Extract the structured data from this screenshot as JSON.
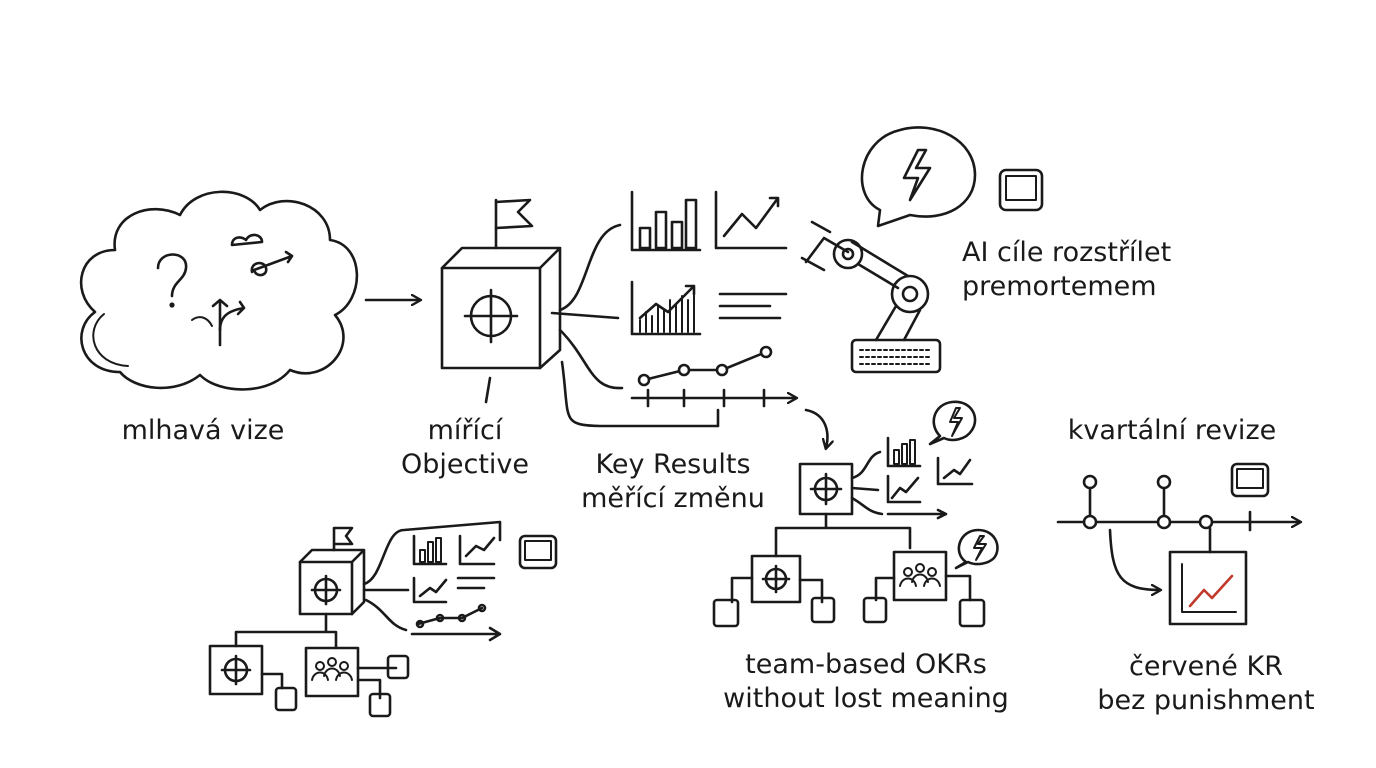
{
  "labels": {
    "vision": "mlhavá vize",
    "objective_line1": "mířící",
    "objective_line2": "Objective",
    "key_results_line1": "Key Results",
    "key_results_line2": "měřící změnu",
    "ai_line1": "AI cíle rozstřílet",
    "ai_line2": "premortemem",
    "quarterly": "kvartální revize",
    "team_line1": "team-based OKRs",
    "team_line2": "without lost meaning",
    "red_kr_line1": "červené KR",
    "red_kr_line2": "bez punishment"
  },
  "colors": {
    "ink": "#1a1a1a",
    "accent_red": "#c0392b",
    "background": "#ffffff"
  },
  "icons": [
    "cloud-icon",
    "question-mark-icon",
    "split-arrow-icon",
    "swirl-icon",
    "target-cube-icon",
    "flag-icon",
    "bar-chart-icon",
    "trend-line-icon",
    "lightning-bubble-icon",
    "robot-arm-icon",
    "keyboard-icon",
    "key-icon",
    "timeline-icon",
    "people-icon",
    "red-trend-chart-icon"
  ]
}
